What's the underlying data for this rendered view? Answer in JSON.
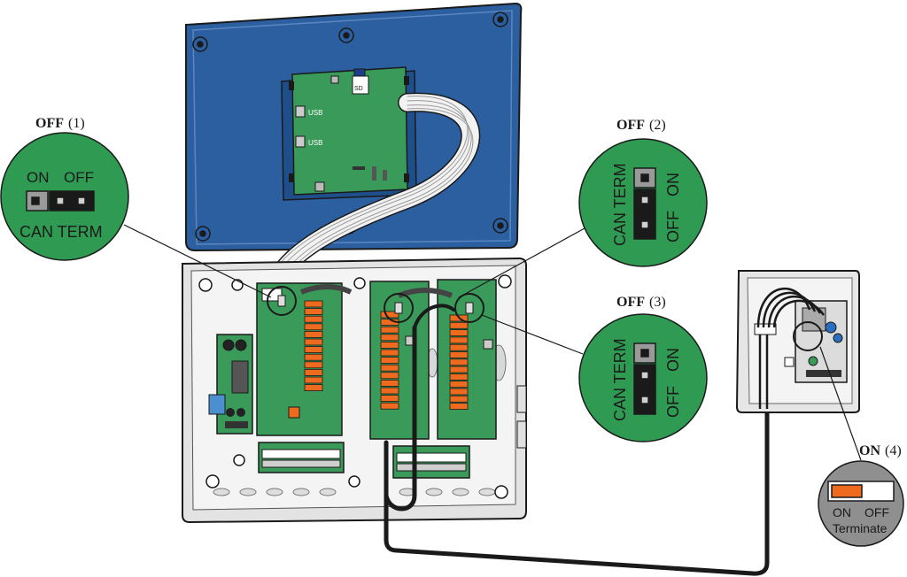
{
  "panel_labels": {
    "sd": "SD",
    "usb_top": "USB",
    "usb_bottom": "USB"
  },
  "callouts": {
    "c1": {
      "state": "OFF",
      "num": "(1)",
      "on": "ON",
      "off": "OFF",
      "label": "CAN TERM"
    },
    "c2": {
      "state": "OFF",
      "num": "(2)",
      "label": "CAN TERM",
      "off": "OFF",
      "on": "ON"
    },
    "c3": {
      "state": "OFF",
      "num": "(3)",
      "label": "CAN TERM",
      "off": "OFF",
      "on": "ON"
    },
    "c4": {
      "state": "ON",
      "num": "(4)",
      "on": "ON",
      "off": "OFF",
      "label": "Terminate"
    }
  },
  "colors": {
    "badge_green": "#2f9a52",
    "panel_blue": "#2b5fa0",
    "pcb_green": "#3a9a5a",
    "relay_orange": "#ee6a1e",
    "enclosure_gray": "#e3e3e3",
    "switch_orange": "#ee6a1e"
  }
}
